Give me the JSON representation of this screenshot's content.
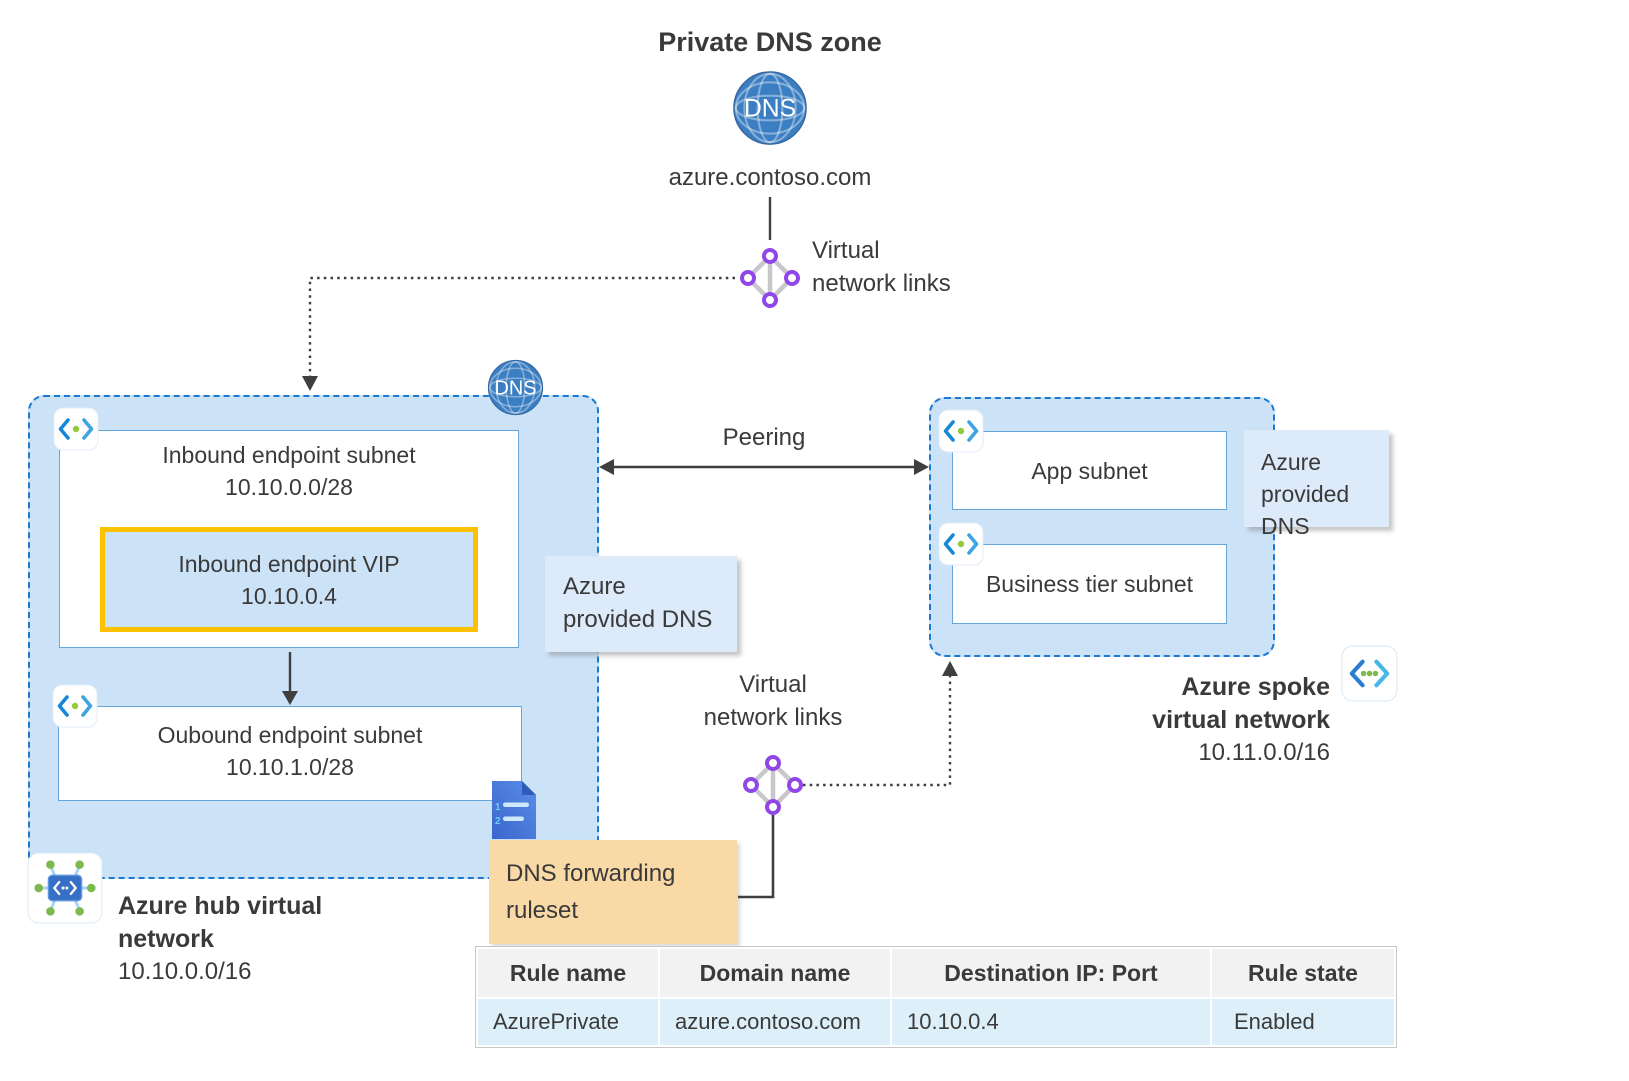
{
  "title": "Private DNS zone",
  "dns_zone": {
    "icon_label": "DNS",
    "domain": "azure.contoso.com"
  },
  "vnet_links_top": {
    "line1": "Virtual",
    "line2": "network links"
  },
  "vnet_links_bottom": {
    "line1": "Virtual",
    "line2": "network links"
  },
  "peering_label": "Peering",
  "hub": {
    "dns_badge": "DNS",
    "inbound_subnet": {
      "title": "Inbound endpoint subnet",
      "cidr": "10.10.0.0/28"
    },
    "vip": {
      "title": "Inbound endpoint VIP",
      "ip": "10.10.0.4"
    },
    "outbound_subnet": {
      "title": "Oubound endpoint subnet",
      "cidr": "10.10.1.0/28"
    },
    "name_line1": "Azure hub virtual",
    "name_line2": "network",
    "cidr": "10.10.0.0/16"
  },
  "spoke": {
    "subnet_app": "App subnet",
    "subnet_business": "Business tier subnet",
    "name_line1": "Azure spoke",
    "name_line2": "virtual network",
    "cidr": "10.11.0.0/16"
  },
  "azure_provided_dns_left": {
    "line1": "Azure",
    "line2": "provided DNS"
  },
  "azure_provided_dns_right": {
    "line1": "Azure",
    "line2": "provided DNS"
  },
  "forwarding_ruleset": {
    "line1": "DNS forwarding",
    "line2": "ruleset"
  },
  "table": {
    "headers": [
      "Rule name",
      "Domain name",
      "Destination IP: Port",
      "Rule state"
    ],
    "rows": [
      [
        "AzurePrivate",
        "azure.contoso.com",
        "10.10.0.4",
        "Enabled"
      ]
    ]
  },
  "icons": [
    "dns-globe-icon",
    "virtual-network-links-icon",
    "subnet-icon",
    "hub-vnet-icon",
    "spoke-vnet-icon",
    "dns-ruleset-document-icon"
  ],
  "colors": {
    "vnet_fill": "#cbe2f7",
    "vnet_border": "#1b79d4",
    "vip_border": "#fcc101",
    "ruleset_fill": "#f9d9a6",
    "dns_label_fill": "#ddeafa",
    "table_header_fill": "#f2f2f2",
    "table_row_fill": "#ddf0fa",
    "link_purple": "#9146e8",
    "dot_green": "#7cb94e",
    "connector": "#3f3f3f"
  }
}
